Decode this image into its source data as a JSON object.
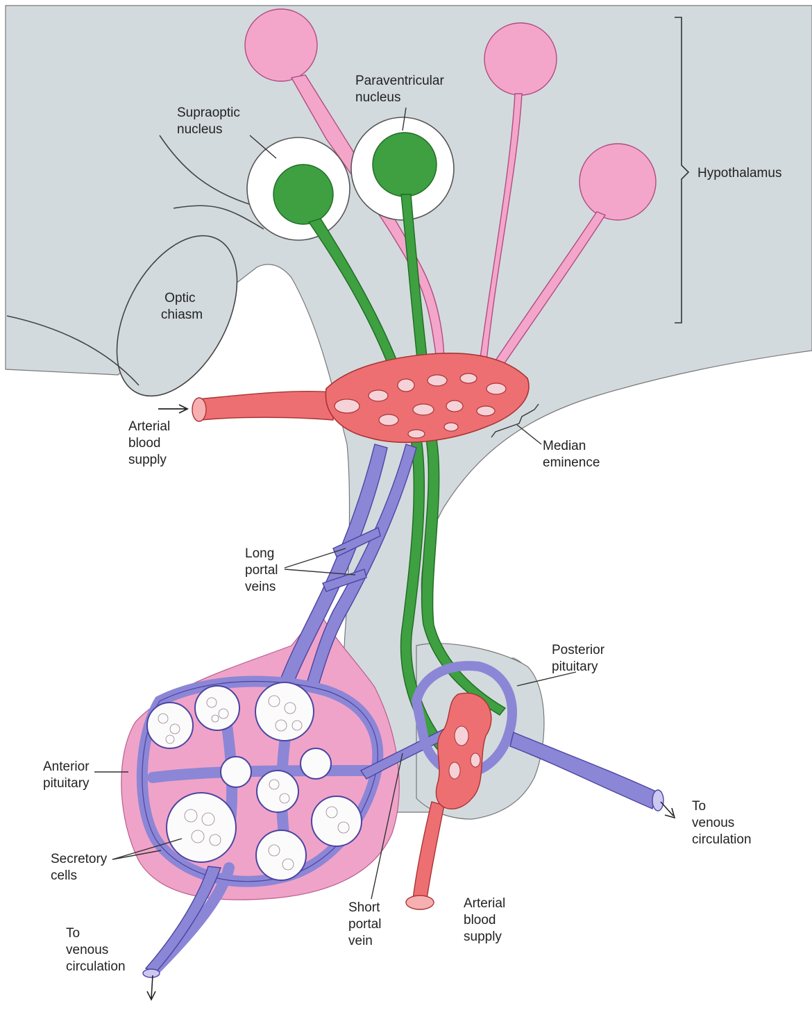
{
  "colors": {
    "tissue_gray": "#d3dadd",
    "page_white": "#ffffff",
    "neuron_green": "#3ea041",
    "neuron_pink": "#f3a6c9",
    "artery_red": "#ee6f72",
    "vein_blue": "#8c86d6",
    "anterior_pink": "#f0a3c8",
    "cell_white": "#fbfbfb"
  },
  "labels": {
    "hypothalamus": "Hypothalamus",
    "paraventricular": [
      "Paraventricular",
      "nucleus"
    ],
    "supraoptic": [
      "Supraoptic",
      "nucleus"
    ],
    "optic_chiasm": [
      "Optic",
      "chiasm"
    ],
    "arterial_top": [
      "Arterial",
      "blood",
      "supply"
    ],
    "median_eminence": [
      "Median",
      "eminence"
    ],
    "long_portal": [
      "Long",
      "portal",
      "veins"
    ],
    "posterior_pituitary": [
      "Posterior",
      "pituitary"
    ],
    "anterior_pituitary": [
      "Anterior",
      "pituitary"
    ],
    "secretory_cells": [
      "Secretory",
      "cells"
    ],
    "to_venous_right": [
      "To",
      "venous",
      "circulation"
    ],
    "to_venous_left": [
      "To",
      "venous",
      "circulation"
    ],
    "short_portal": [
      "Short",
      "portal",
      "vein"
    ],
    "arterial_bottom": [
      "Arterial",
      "blood",
      "supply"
    ]
  }
}
